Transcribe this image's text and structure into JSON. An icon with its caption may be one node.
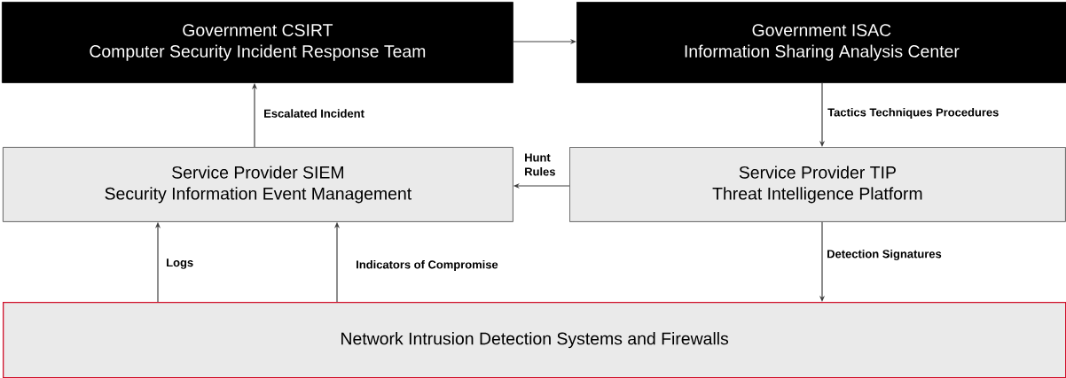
{
  "diagram": {
    "nodes": [
      {
        "text": [
          "Government CSIRT",
          "Computer Security Incident Response Team"
        ]
      },
      {
        "text": [
          "Government ISAC",
          "Information Sharing Analysis Center"
        ]
      },
      {
        "text": [
          "Service Provider SIEM",
          "Security Information Event Management"
        ]
      },
      {
        "text": [
          "Service Provider TIP",
          "Threat Intelligence Platform"
        ]
      },
      {
        "text": [
          "Network Intrusion Detection Systems and Firewalls"
        ]
      }
    ],
    "edges": [
      {
        "from": 0,
        "to": 1,
        "arrow": "to"
      },
      {
        "from": 2,
        "to": 0,
        "arrow": "to",
        "label": "Escalated Incident"
      },
      {
        "from": 1,
        "to": 3,
        "arrow": "to",
        "label": "Tactics Techniques Procedures"
      },
      {
        "from": 3,
        "to": 2,
        "arrow": "to",
        "label": "Hunt Rules"
      },
      {
        "from": 4,
        "to": 2,
        "arrow": "to",
        "label": "Logs"
      },
      {
        "from": 4,
        "to": 2,
        "arrow": "to",
        "label": "Indicators of Compromise"
      },
      {
        "from": 3,
        "to": 4,
        "arrow": "to",
        "label": "Detection Signatures"
      }
    ]
  }
}
